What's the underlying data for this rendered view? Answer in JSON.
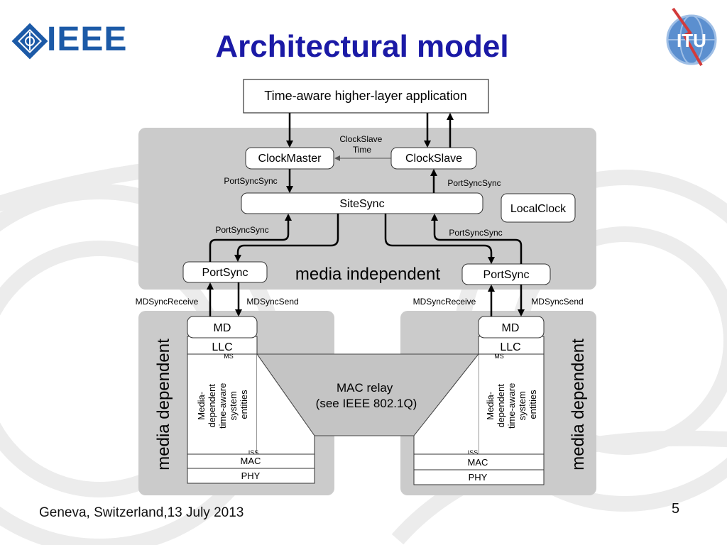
{
  "slide": {
    "title": "Architectural model",
    "footer": "Geneva, Switzerland,13 July 2013",
    "page_number": "5",
    "ieee_logo_text": "IEEE",
    "itu_logo_text": "ITU"
  },
  "diagram": {
    "app_box": "Time-aware higher-layer application",
    "clock_master": "ClockMaster",
    "clock_slave": "ClockSlave",
    "clock_slave_time_line1": "ClockSlave",
    "clock_slave_time_line2": "Time",
    "site_sync": "SiteSync",
    "local_clock": "LocalClock",
    "port_sync_left": "PortSync",
    "port_sync_right": "PortSync",
    "media_independent": "media independent",
    "port_sync_sync_tl": "PortSyncSync",
    "port_sync_sync_tr": "PortSyncSync",
    "port_sync_sync_bl": "PortSyncSync",
    "port_sync_sync_br": "PortSyncSync",
    "md_sync_receive_left": "MDSyncReceive",
    "md_sync_send_left": "MDSyncSend",
    "md_sync_receive_right": "MDSyncReceive",
    "md_sync_send_right": "MDSyncSend",
    "md_left": "MD",
    "md_right": "MD",
    "llc_left": "LLC",
    "llc_right": "LLC",
    "ms_left": "MS",
    "ms_right": "MS",
    "iss_left": "ISS",
    "iss_right": "ISS",
    "mac_left": "MAC",
    "mac_right": "MAC",
    "phy_left": "PHY",
    "phy_right": "PHY",
    "media_dependent_left": "media dependent",
    "media_dependent_right": "media dependent",
    "entities_lines": [
      "Media-",
      "dependent",
      "time-aware",
      "system",
      "entities"
    ],
    "mac_relay_line1": "MAC relay",
    "mac_relay_line2": "(see IEEE 802.1Q)"
  },
  "colors": {
    "title": "#1b1aa6",
    "ieee_blue": "#1c5aa7",
    "panel_gray": "#cbcbcb",
    "relay_gray": "#c4c4c4"
  }
}
